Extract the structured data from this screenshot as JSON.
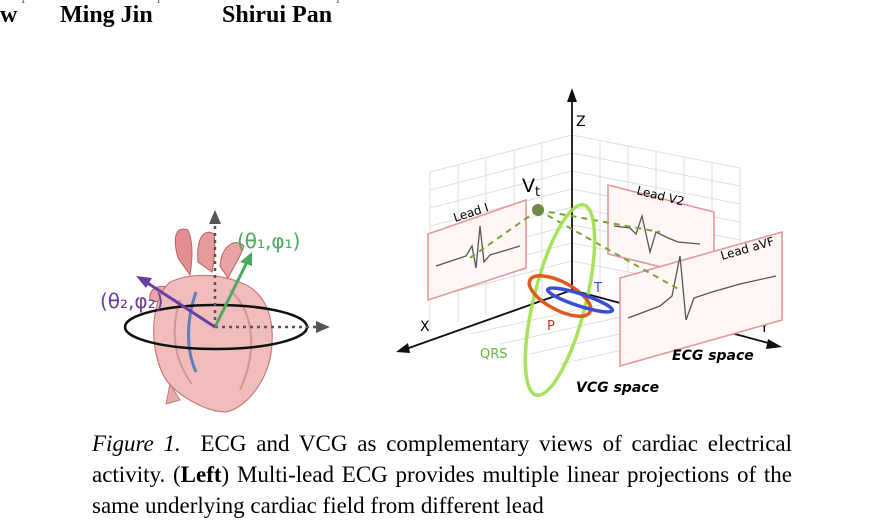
{
  "authors": [
    {
      "name": "w",
      "sup": "1"
    },
    {
      "name": "Ming Jin",
      "sup": "1 *"
    },
    {
      "name": "Shirui Pan",
      "sup": "1 *"
    }
  ],
  "left_figure": {
    "label_theta1": "(θ₁,φ₁)",
    "label_theta2": "(θ₂,φ₂)",
    "colors": {
      "theta1_arrow": "#4caa5e",
      "theta2_arrow": "#6a3ea1"
    }
  },
  "right_figure": {
    "axis_z": "Z",
    "axis_x": "X",
    "axis_y": "Y",
    "vt_label": "V",
    "vt_sub": "t",
    "lead1": "Lead I",
    "lead2": "Lead V2",
    "lead3": "Lead aVF",
    "label_p": "P",
    "label_t": "T",
    "label_qrs": "QRS",
    "ecg_space": "ECG space",
    "vcg_space": "VCG space",
    "colors": {
      "qrs_loop": "#9ee04a",
      "p_loop": "#e05a1e",
      "t_loop": "#3a4fd0",
      "lead_box": "#e8a0a0"
    }
  },
  "caption": {
    "fig_label": "Figure 1.",
    "text1": "ECG and VCG as complementary views of cardiac electrical activity. (",
    "left_bold": "Left",
    "text2": ") Multi-lead ECG provides multiple linear projections of the same underlying cardiac field from different lead"
  }
}
